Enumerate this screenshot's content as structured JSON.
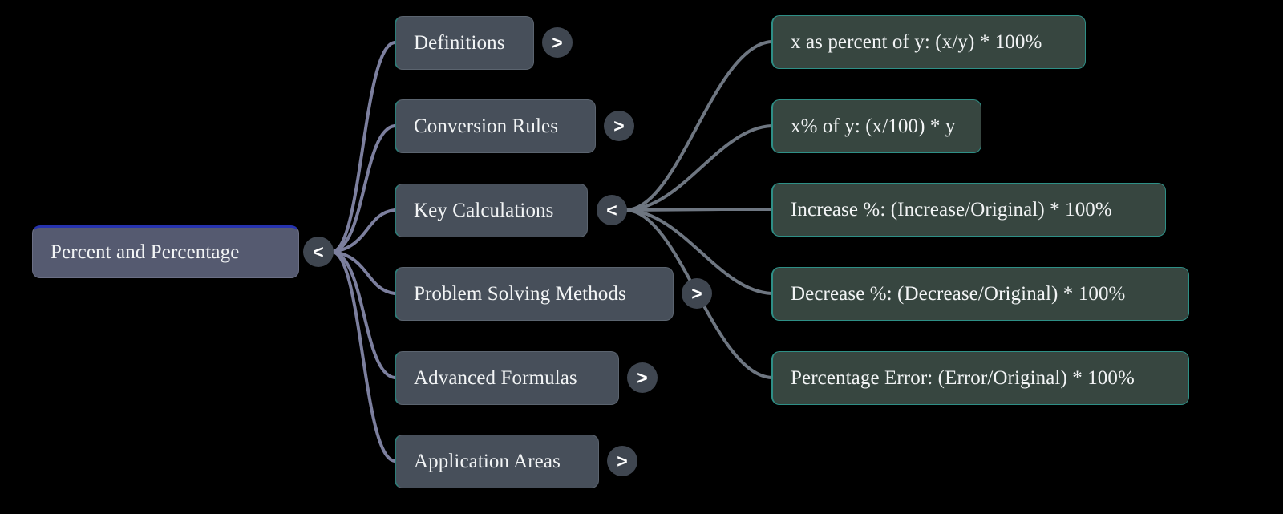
{
  "diagram": {
    "type": "mindmap",
    "background_color": "#000000",
    "root": {
      "label": "Percent and Percentage",
      "toggle_icon": "chevron-left-icon",
      "toggle_symbol": "<",
      "state": "expanded",
      "fill_color": "#555a70",
      "accent_color": "#2633ae"
    },
    "edge_colors": {
      "level1": "#7c7f9e",
      "level2": "#6e7681"
    },
    "branches": [
      {
        "label": "Definitions",
        "toggle_icon": "chevron-right-icon",
        "toggle_symbol": ">",
        "state": "collapsed",
        "fill_color": "#474f5a",
        "accent_color": "#2e7d78"
      },
      {
        "label": "Conversion Rules",
        "toggle_icon": "chevron-right-icon",
        "toggle_symbol": ">",
        "state": "collapsed",
        "fill_color": "#474f5a",
        "accent_color": "#2e7d78"
      },
      {
        "label": "Key Calculations",
        "toggle_icon": "chevron-left-icon",
        "toggle_symbol": "<",
        "state": "expanded",
        "fill_color": "#474f5a",
        "accent_color": "#2e7d78"
      },
      {
        "label": "Problem Solving Methods",
        "toggle_icon": "chevron-right-icon",
        "toggle_symbol": ">",
        "state": "collapsed",
        "fill_color": "#474f5a",
        "accent_color": "#2e7d78"
      },
      {
        "label": "Advanced Formulas",
        "toggle_icon": "chevron-right-icon",
        "toggle_symbol": ">",
        "state": "collapsed",
        "fill_color": "#474f5a",
        "accent_color": "#2e7d78"
      },
      {
        "label": "Application Areas",
        "toggle_icon": "chevron-right-icon",
        "toggle_symbol": ">",
        "state": "collapsed",
        "fill_color": "#474f5a",
        "accent_color": "#2e7d78"
      }
    ],
    "leaves": [
      {
        "label": "x as percent of y: (x/y) * 100%",
        "parent": "Key Calculations",
        "fill_color": "#374640",
        "accent_color": "#2e8f86"
      },
      {
        "label": "x% of y: (x/100) * y",
        "parent": "Key Calculations",
        "fill_color": "#374640",
        "accent_color": "#2e8f86"
      },
      {
        "label": "Increase %: (Increase/Original) * 100%",
        "parent": "Key Calculations",
        "fill_color": "#374640",
        "accent_color": "#2e8f86"
      },
      {
        "label": "Decrease %: (Decrease/Original) * 100%",
        "parent": "Key Calculations",
        "fill_color": "#374640",
        "accent_color": "#2e8f86"
      },
      {
        "label": "Percentage Error: (Error/Original) * 100%",
        "parent": "Key Calculations",
        "fill_color": "#374640",
        "accent_color": "#2e8f86"
      }
    ]
  }
}
